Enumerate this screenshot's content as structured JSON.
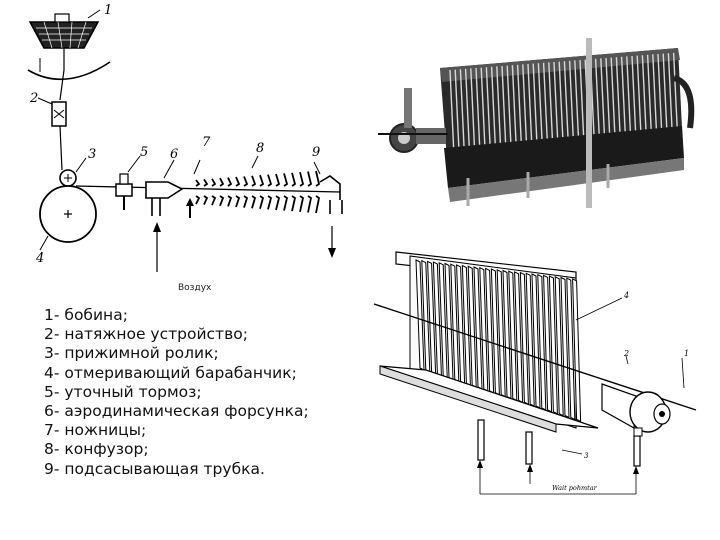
{
  "schematic": {
    "numbers": [
      "1",
      "2",
      "3",
      "4",
      "5",
      "6",
      "7",
      "8",
      "9"
    ],
    "air_label": "Воздух"
  },
  "legend": {
    "items": [
      "1- бобина;",
      "2- натяжное устройство;",
      "3- прижимной ролик;",
      "4- отмеривающий барабанчик;",
      "5- уточный тормоз;",
      "6- аэродинамическая форсунка;",
      "7- ножницы;",
      "8- конфузор;",
      "9- подсасывающая трубка."
    ]
  },
  "drawing": {
    "numbers": [
      "1",
      "2",
      "3",
      "4"
    ],
    "caption": "Wait pohmtar"
  }
}
